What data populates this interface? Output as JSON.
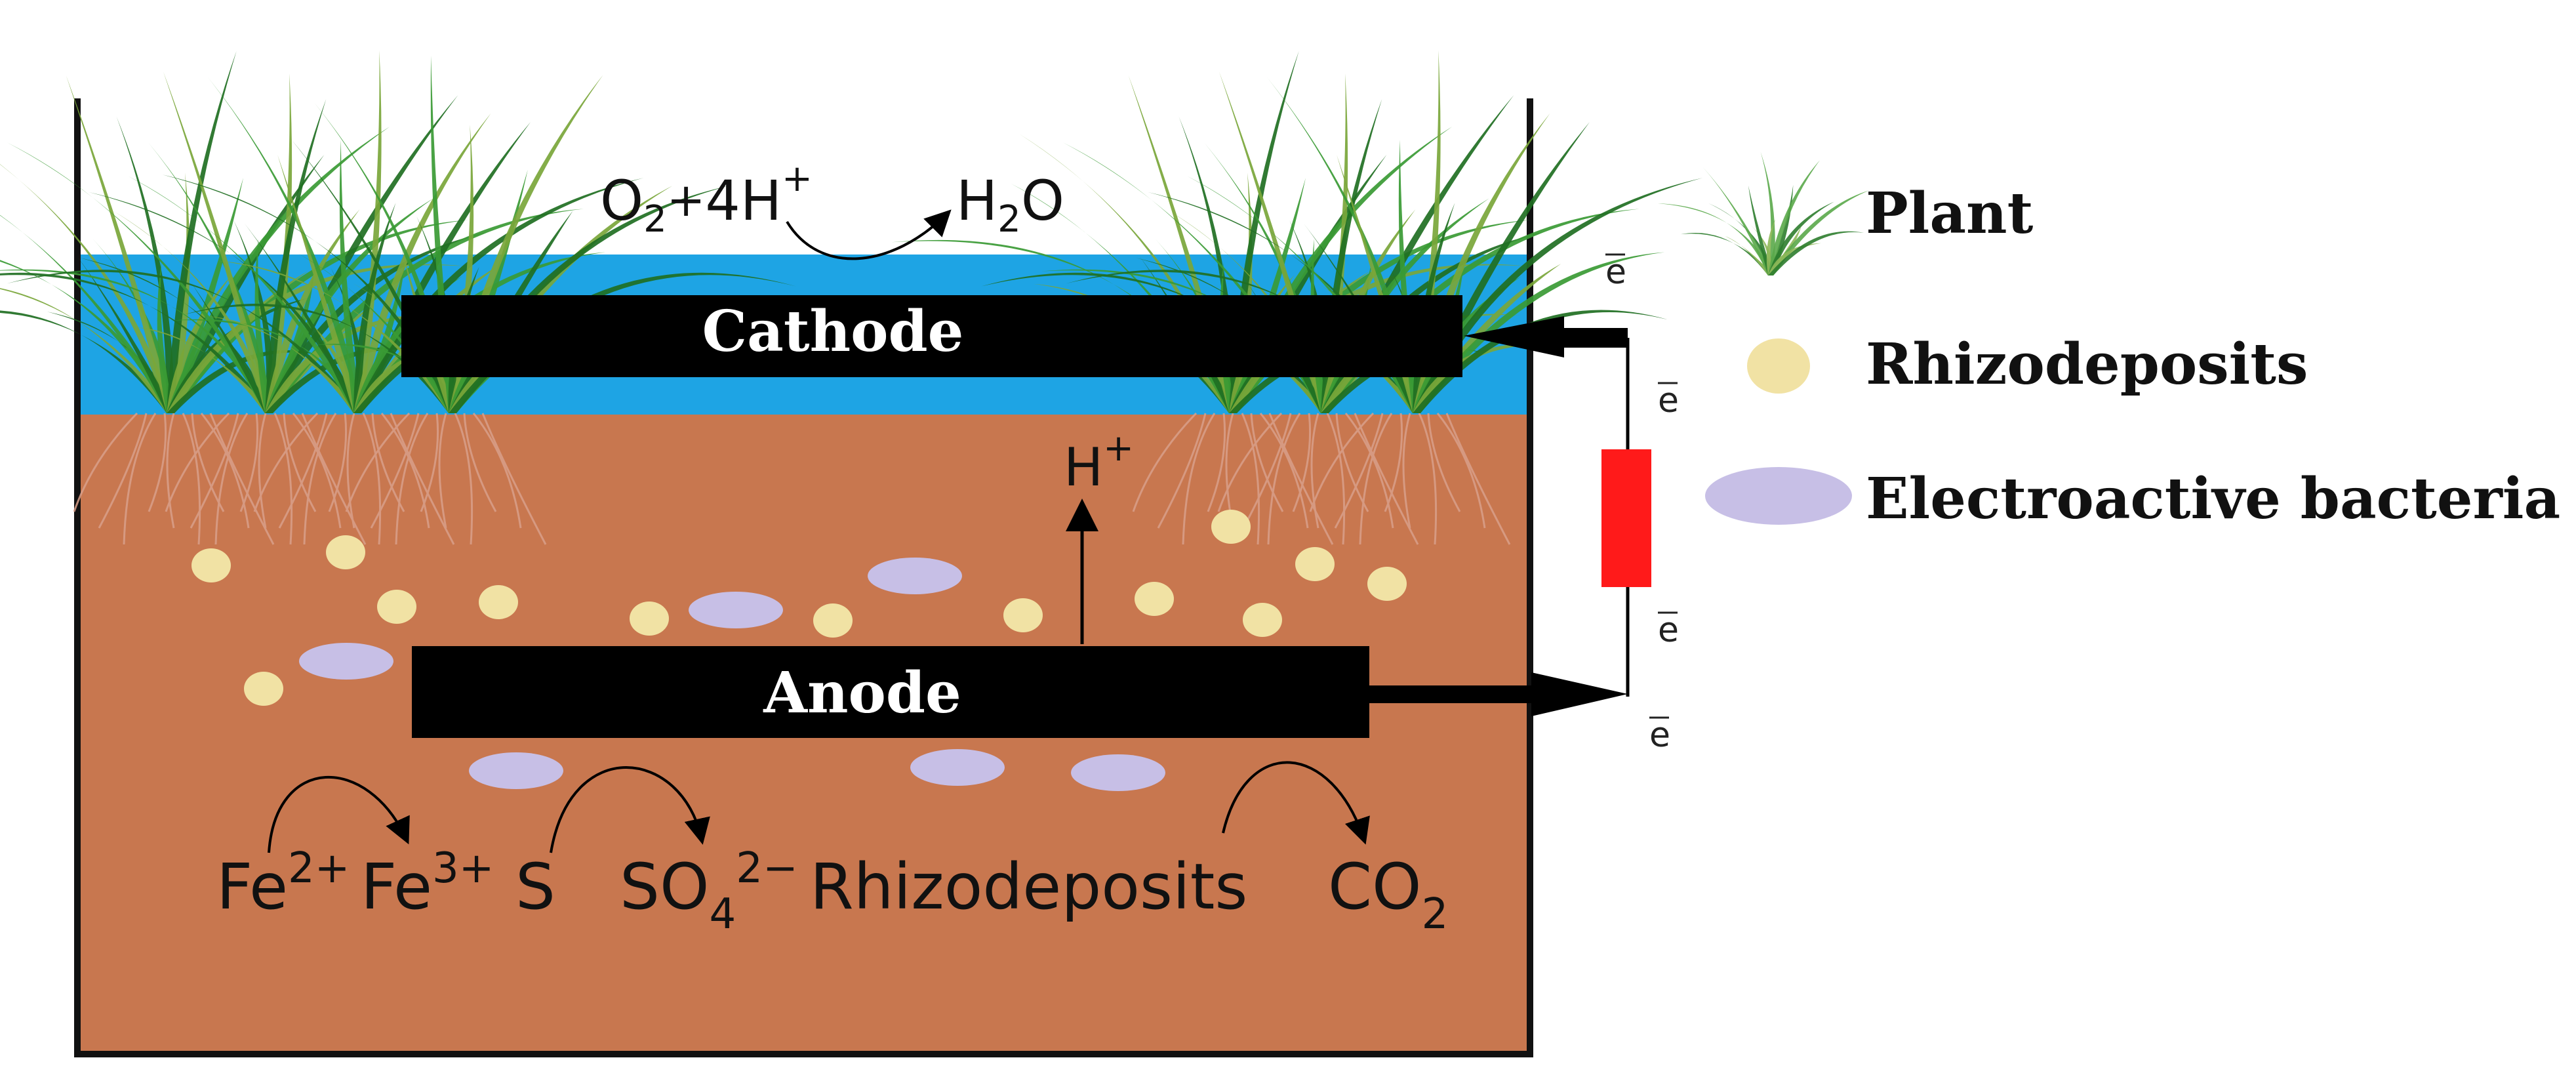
{
  "labels": {
    "o2": "O",
    "o2_sub": "2",
    "plus": "+",
    "four_h": "4H",
    "four_h_sup": "+",
    "h2o_h": "H",
    "h2o_sub": "2",
    "h2o_o": "O",
    "cathode": "Cathode",
    "anode": "Anode",
    "h_plus": "H",
    "h_plus_sup": "+",
    "fe2": "Fe",
    "fe2_sup": "2+",
    "fe3": "Fe",
    "fe3_sup": "3+",
    "s": "S",
    "so4": "SO",
    "so4_sub": "4",
    "so4_sup": "2−",
    "rhizodeposits_reaction": "Rhizodeposits",
    "co2": "CO",
    "co2_sub": "2",
    "electron": "e"
  },
  "legend": {
    "plant": "Plant",
    "rhizodeposits": "Rhizodeposits",
    "bacteria": "Electroactive bacteria"
  },
  "colors": {
    "soil": "#c8774f",
    "water": "#1ea4e4",
    "electrode": "#000000",
    "resistor": "#ff1a1a",
    "rhizodeposit": "#f1e2a4",
    "bacteria": "#c7bfe6",
    "grass": "#2e8a2e"
  }
}
